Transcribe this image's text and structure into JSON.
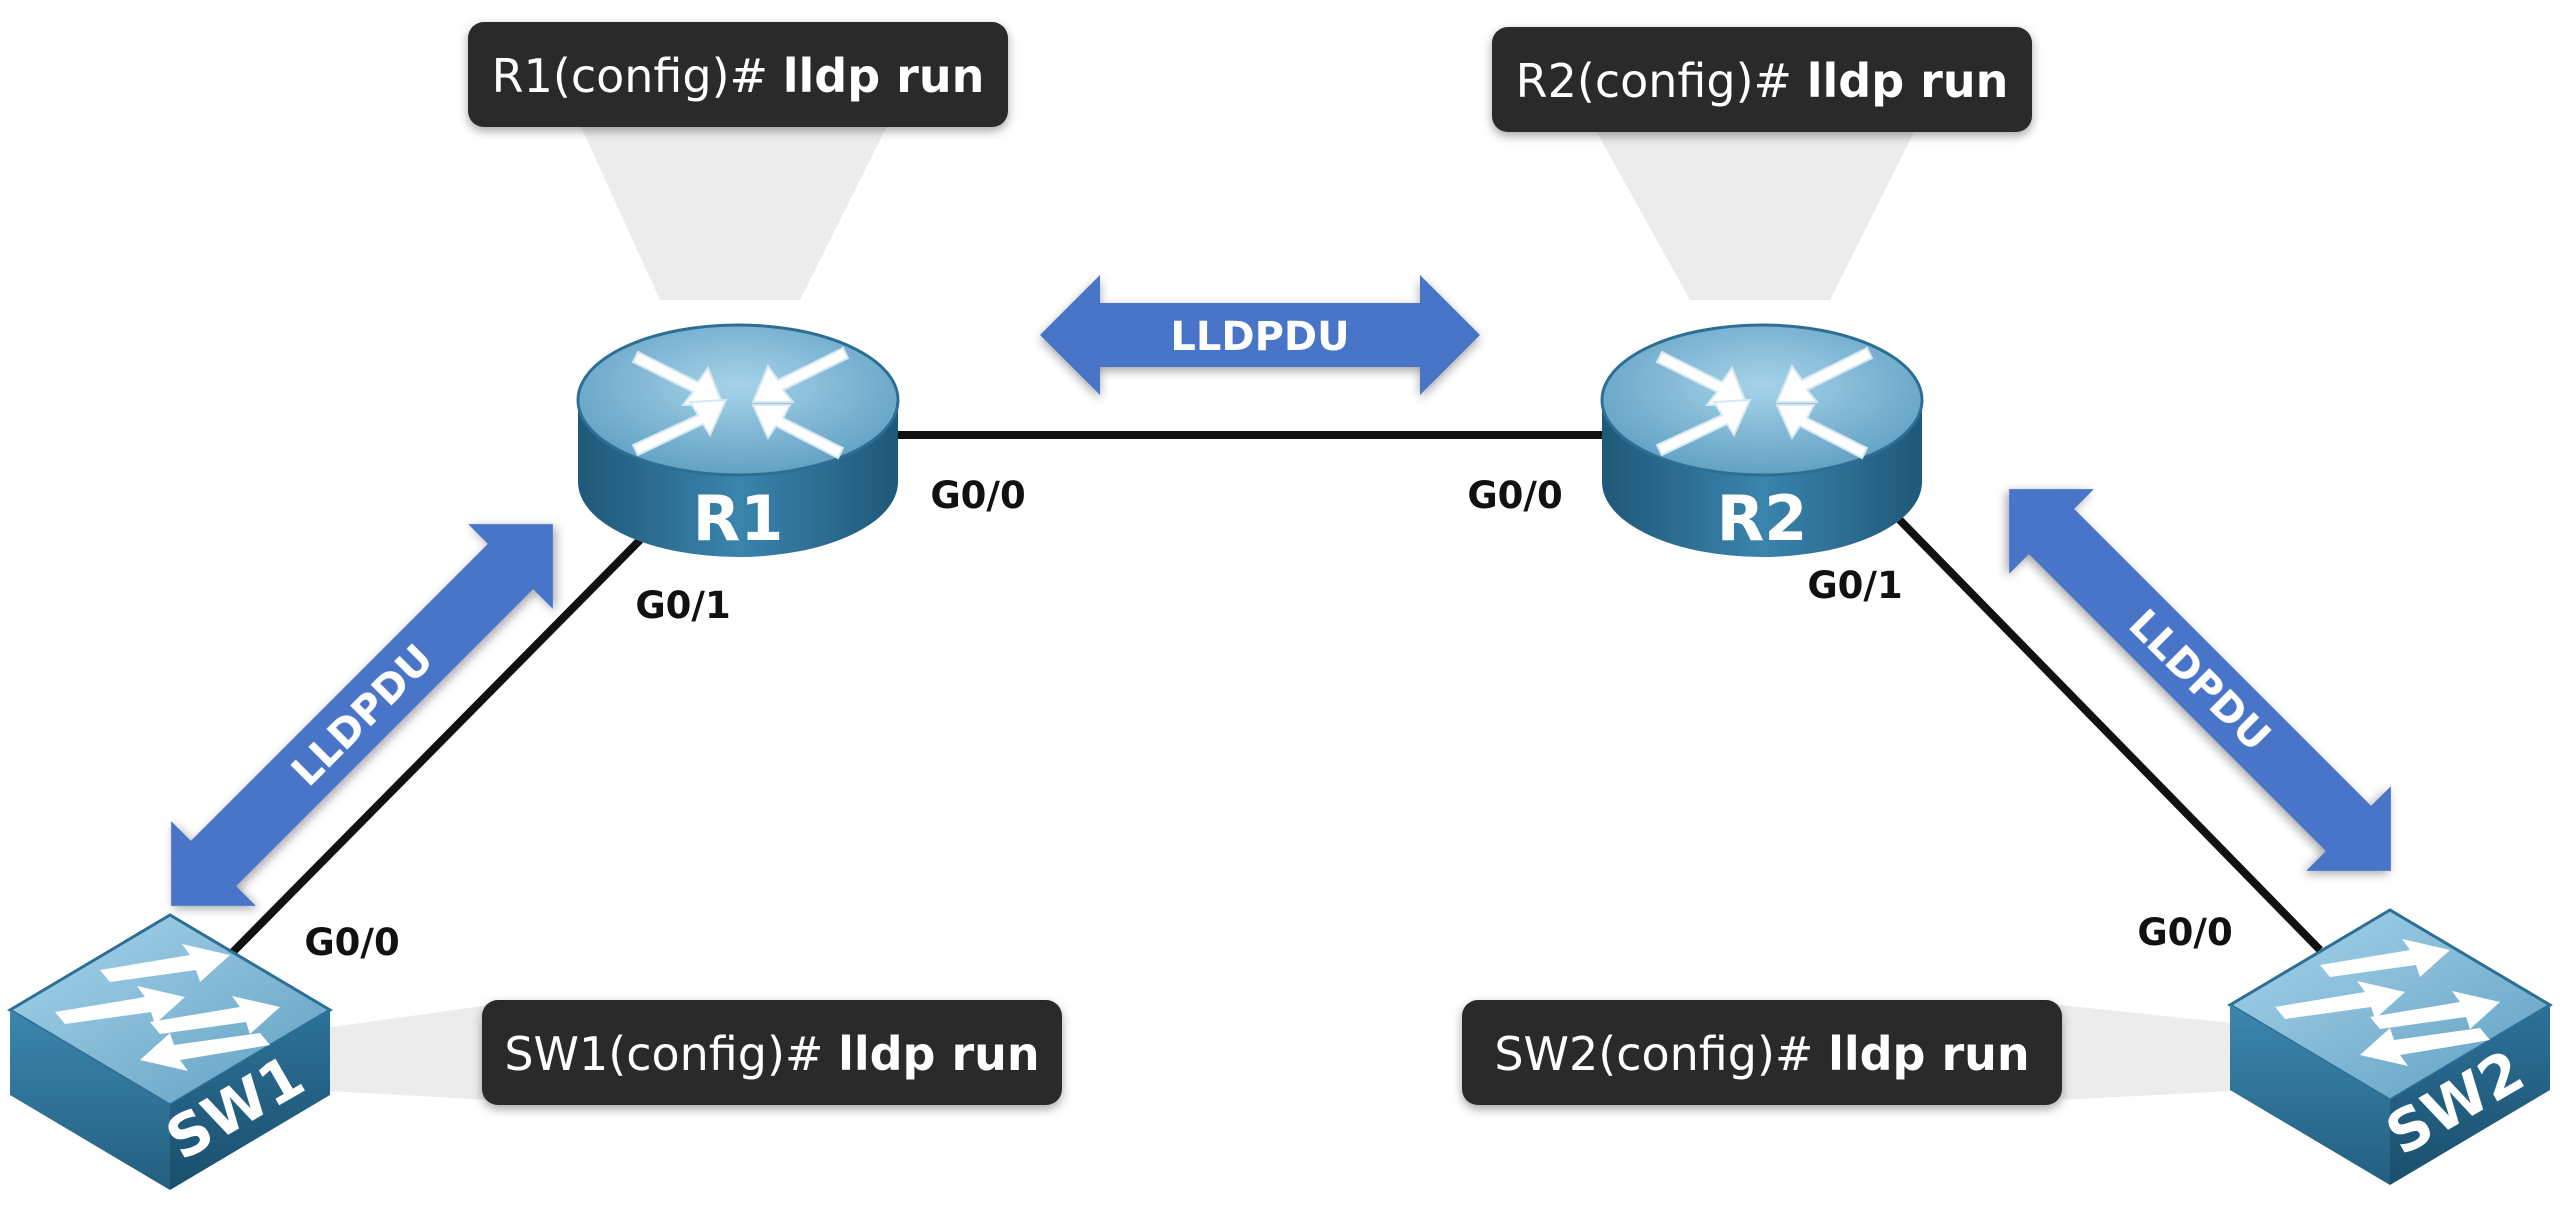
{
  "diagram": {
    "devices": [
      {
        "id": "r1",
        "label": "R1",
        "type": "router"
      },
      {
        "id": "r2",
        "label": "R2",
        "type": "router"
      },
      {
        "id": "sw1",
        "label": "SW1",
        "type": "switch"
      },
      {
        "id": "sw2",
        "label": "SW2",
        "type": "switch"
      }
    ],
    "commands": {
      "r1": {
        "prompt": "R1(config)# ",
        "keyword": "lldp run"
      },
      "r2": {
        "prompt": "R2(config)# ",
        "keyword": "lldp run"
      },
      "sw1": {
        "prompt": "SW1(config)# ",
        "keyword": "lldp run"
      },
      "sw2": {
        "prompt": "SW2(config)# ",
        "keyword": "lldp run"
      }
    },
    "links": [
      {
        "from": "R1",
        "from_port": "G0/0",
        "to": "R2",
        "to_port": "G0/0"
      },
      {
        "from": "R1",
        "from_port": "G0/1",
        "to": "SW1",
        "to_port": "G0/0"
      },
      {
        "from": "R2",
        "from_port": "G0/1",
        "to": "SW2",
        "to_port": "G0/0"
      }
    ],
    "arrows": {
      "top": "LLDPDU",
      "left": "LLDPDU",
      "right": "LLDPDU"
    },
    "colors": {
      "arrow": "#4a74c9",
      "command_box": "#2a2a2a",
      "device_top": "#7fb8d6",
      "device_side": "#2f6b8f",
      "link": "#111111"
    }
  }
}
